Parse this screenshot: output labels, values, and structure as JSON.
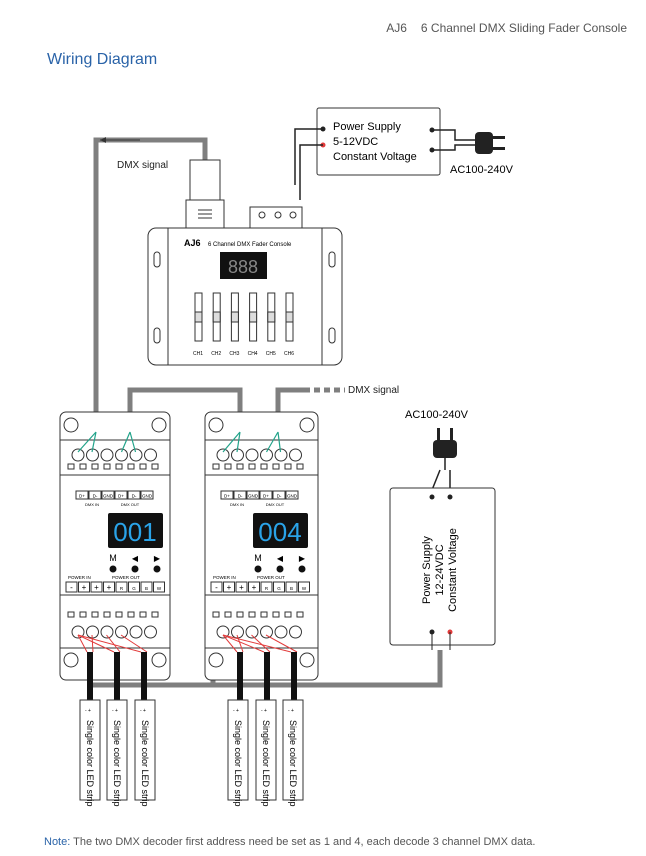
{
  "header": {
    "model": "AJ6",
    "product": "6 Channel DMX Sliding Fader Console"
  },
  "title": "Wiring Diagram",
  "small_power_supply": {
    "lines": [
      "Power Supply",
      "5-12VDC",
      "Constant Voltage"
    ],
    "ac_label": "AC100-240V"
  },
  "console": {
    "model": "AJ6",
    "name": "6 Channel DMX Fader Console",
    "display": "888",
    "channels": [
      "CH1",
      "CH2",
      "CH3",
      "CH4",
      "CH5",
      "CH6"
    ]
  },
  "dmx_signal_label": "DMX signal",
  "decoders": [
    {
      "display": "001",
      "dmx_terms": [
        "D+",
        "D-",
        "GND",
        "D+",
        "D-",
        "GND"
      ],
      "dmx_in": "DMX IN",
      "dmx_out": "DMX OUT",
      "buttons": [
        "M",
        "◀",
        "▶"
      ],
      "power_in": "POWER IN",
      "power_out": "POWER OUT",
      "out_terms": [
        "-",
        "+",
        "+",
        "+",
        "R",
        "G",
        "B",
        "W"
      ]
    },
    {
      "display": "004",
      "dmx_terms": [
        "D+",
        "D-",
        "GND",
        "D+",
        "D-",
        "GND"
      ],
      "dmx_in": "DMX IN",
      "dmx_out": "DMX OUT",
      "buttons": [
        "M",
        "◀",
        "▶"
      ],
      "power_in": "POWER IN",
      "power_out": "POWER OUT",
      "out_terms": [
        "-",
        "+",
        "+",
        "+",
        "R",
        "G",
        "B",
        "W"
      ]
    }
  ],
  "big_power_supply": {
    "lines": [
      "Power Supply",
      "12-24VDC",
      "Constant Voltage"
    ],
    "ac_label": "AC100-240V"
  },
  "led_strip_label": "Single color LED strip",
  "note": {
    "label": "Note:",
    "text": " The two DMX decoder first address need be set as 1 and 4, each decode 3 channel DMX data."
  },
  "colors": {
    "accent": "#2a63a8",
    "display_digits": "#2aa3e8",
    "wire": "#7f7f7f",
    "positive": "#e23b3b",
    "data_wire": "#22a38a"
  }
}
